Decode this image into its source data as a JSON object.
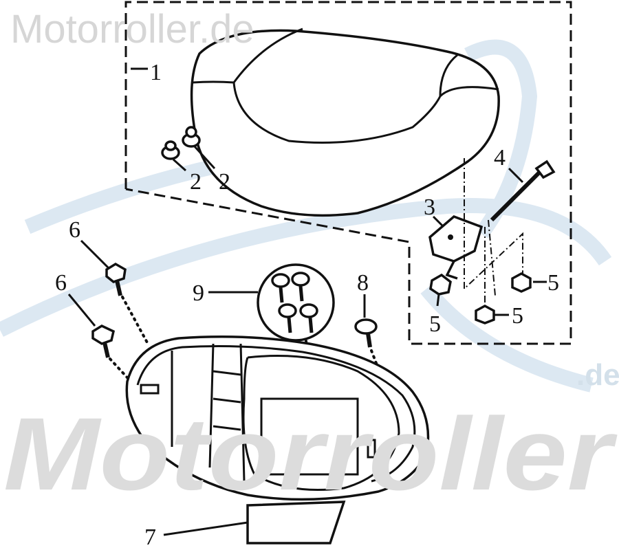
{
  "watermark": {
    "top": "Motorroller.de",
    "bottom": "Motorroller",
    "bottom_suffix": ".de"
  },
  "callouts": [
    {
      "id": "1",
      "label": "1"
    },
    {
      "id": "2a",
      "label": "2"
    },
    {
      "id": "2b",
      "label": "2"
    },
    {
      "id": "3",
      "label": "3"
    },
    {
      "id": "4",
      "label": "4"
    },
    {
      "id": "5a",
      "label": "5"
    },
    {
      "id": "5b",
      "label": "5"
    },
    {
      "id": "5c",
      "label": "5"
    },
    {
      "id": "6a",
      "label": "6"
    },
    {
      "id": "6b",
      "label": "6"
    },
    {
      "id": "7",
      "label": "7"
    },
    {
      "id": "8",
      "label": "8"
    },
    {
      "id": "9",
      "label": "9"
    }
  ]
}
